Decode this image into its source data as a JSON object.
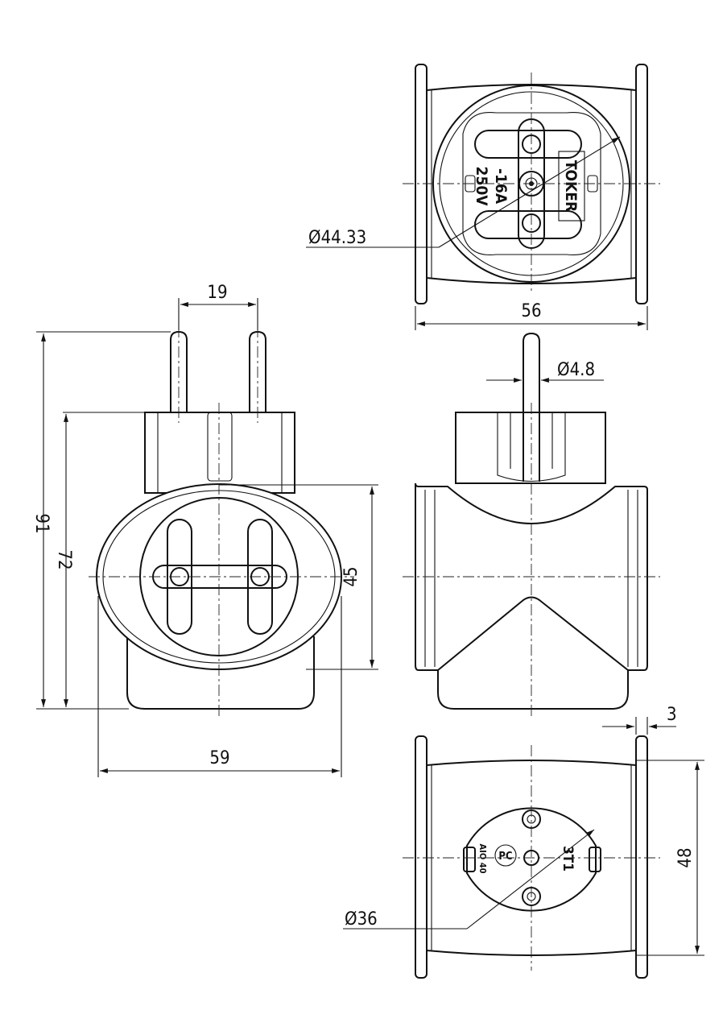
{
  "dimensions": {
    "front_total_height": "91",
    "front_body_height": "72",
    "pin_spacing": "19",
    "front_width": "59",
    "socket_height": "45",
    "top_diameter": "Ø44.33",
    "top_width": "56",
    "pin_diameter": "Ø4.8",
    "flange_thickness": "3",
    "bottom_height": "48",
    "bottom_diameter": "Ø36"
  },
  "markings": {
    "brand": "TOKER",
    "rating_current": "-16A",
    "rating_voltage": "250V",
    "bottom_code": "3T1",
    "cert_code": "AIO 40"
  },
  "colors": {
    "line": "#111111",
    "background": "#ffffff"
  }
}
